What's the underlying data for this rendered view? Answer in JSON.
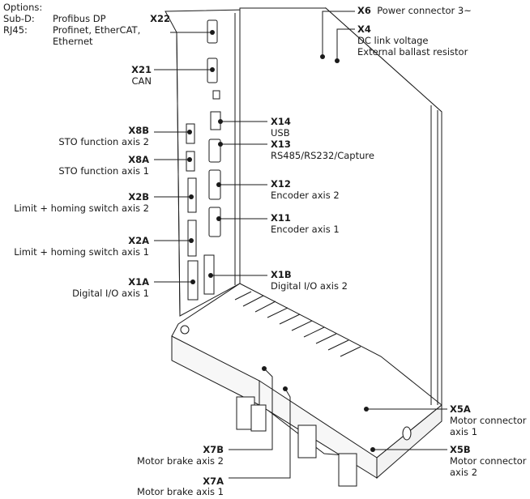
{
  "options": {
    "heading": "Options:",
    "subd_label": "Sub-D:",
    "subd_value": "Profibus DP",
    "rj45_label": "RJ45:",
    "rj45_line1": "Profinet, EtherCAT,",
    "rj45_line2": "Ethernet"
  },
  "connectors": {
    "x22": {
      "code": "X22"
    },
    "x21": {
      "code": "X21",
      "desc": "CAN"
    },
    "x8b": {
      "code": "X8B",
      "desc": "STO function axis 2"
    },
    "x8a": {
      "code": "X8A",
      "desc": "STO function axis 1"
    },
    "x2b": {
      "code": "X2B",
      "desc": "Limit + homing switch axis 2"
    },
    "x2a": {
      "code": "X2A",
      "desc": "Limit + homing switch axis 1"
    },
    "x1a": {
      "code": "X1A",
      "desc": "Digital I/O axis 1"
    },
    "x6": {
      "code": "X6",
      "desc": "Power connector 3~"
    },
    "x4": {
      "code": "X4",
      "desc1": "DC link voltage",
      "desc2": "External ballast resistor"
    },
    "x14": {
      "code": "X14",
      "desc": "USB"
    },
    "x13": {
      "code": "X13",
      "desc": "RS485/RS232/Capture"
    },
    "x12": {
      "code": "X12",
      "desc": "Encoder axis 2"
    },
    "x11": {
      "code": "X11",
      "desc": "Encoder axis 1"
    },
    "x1b": {
      "code": "X1B",
      "desc": "Digital I/O axis 2"
    },
    "x5a": {
      "code": "X5A",
      "desc1": "Motor connector",
      "desc2": "axis 1"
    },
    "x5b": {
      "code": "X5B",
      "desc1": "Motor connector",
      "desc2": "axis 2"
    },
    "x7b": {
      "code": "X7B",
      "desc": "Motor brake axis 2"
    },
    "x7a": {
      "code": "X7A",
      "desc": "Motor brake axis 1"
    }
  },
  "colors": {
    "line": "#1a1a1a",
    "fill": "#ffffff",
    "shade": "#f2f2f2"
  }
}
